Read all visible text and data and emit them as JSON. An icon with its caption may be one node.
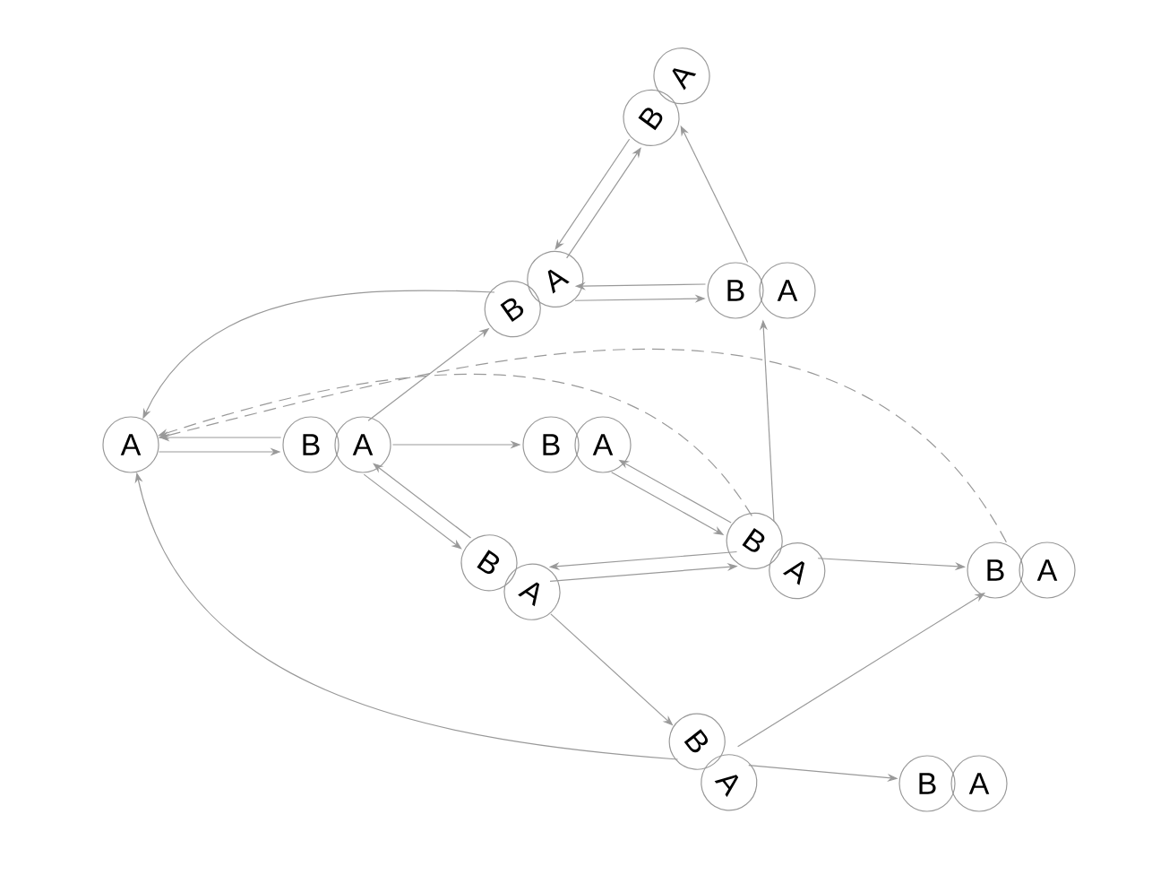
{
  "diagram": {
    "nodes": [
      {
        "text": [
          "A"
        ]
      },
      {
        "text": [
          "B",
          "A"
        ]
      },
      {
        "text": [
          "B",
          "A"
        ]
      },
      {
        "text": [
          "B",
          "A"
        ]
      },
      {
        "text": [
          "B",
          "A"
        ]
      },
      {
        "text": [
          "B",
          "A"
        ]
      },
      {
        "text": [
          "B",
          "A"
        ]
      },
      {
        "text": [
          "B",
          "A"
        ]
      },
      {
        "text": [
          "B",
          "A"
        ]
      },
      {
        "text": [
          "B",
          "A"
        ]
      },
      {
        "text": [
          "B",
          "A"
        ]
      }
    ],
    "edges": [
      {
        "from": 1,
        "to": 0,
        "arrow": "to"
      },
      {
        "from": 0,
        "to": 1,
        "arrow": "to"
      },
      {
        "from": 1,
        "to": 3,
        "arrow": "to"
      },
      {
        "from": 3,
        "to": 2,
        "arrow": "to"
      },
      {
        "from": 2,
        "to": 3,
        "arrow": "to"
      },
      {
        "from": 4,
        "to": 3,
        "arrow": "to"
      },
      {
        "from": 3,
        "to": 4,
        "arrow": "to"
      },
      {
        "from": 4,
        "to": 2,
        "arrow": "to"
      },
      {
        "from": 6,
        "to": 4,
        "arrow": "to"
      },
      {
        "from": 3,
        "to": 0,
        "arrow": "to"
      },
      {
        "from": 6,
        "to": 0,
        "arrow": "to",
        "style": "dashed"
      },
      {
        "from": 8,
        "to": 0,
        "arrow": "to",
        "style": "dashed"
      },
      {
        "from": 1,
        "to": 5,
        "arrow": "to"
      },
      {
        "from": 5,
        "to": 6,
        "arrow": "to"
      },
      {
        "from": 6,
        "to": 5,
        "arrow": "to"
      },
      {
        "from": 1,
        "to": 7,
        "arrow": "to"
      },
      {
        "from": 7,
        "to": 1,
        "arrow": "to"
      },
      {
        "from": 6,
        "to": 7,
        "arrow": "to"
      },
      {
        "from": 7,
        "to": 6,
        "arrow": "to"
      },
      {
        "from": 6,
        "to": 8,
        "arrow": "to"
      },
      {
        "from": 7,
        "to": 9,
        "arrow": "to"
      },
      {
        "from": 9,
        "to": 8,
        "arrow": "to"
      },
      {
        "from": 9,
        "to": 10,
        "arrow": "to"
      },
      {
        "from": 9,
        "to": 0,
        "arrow": "to"
      }
    ]
  }
}
